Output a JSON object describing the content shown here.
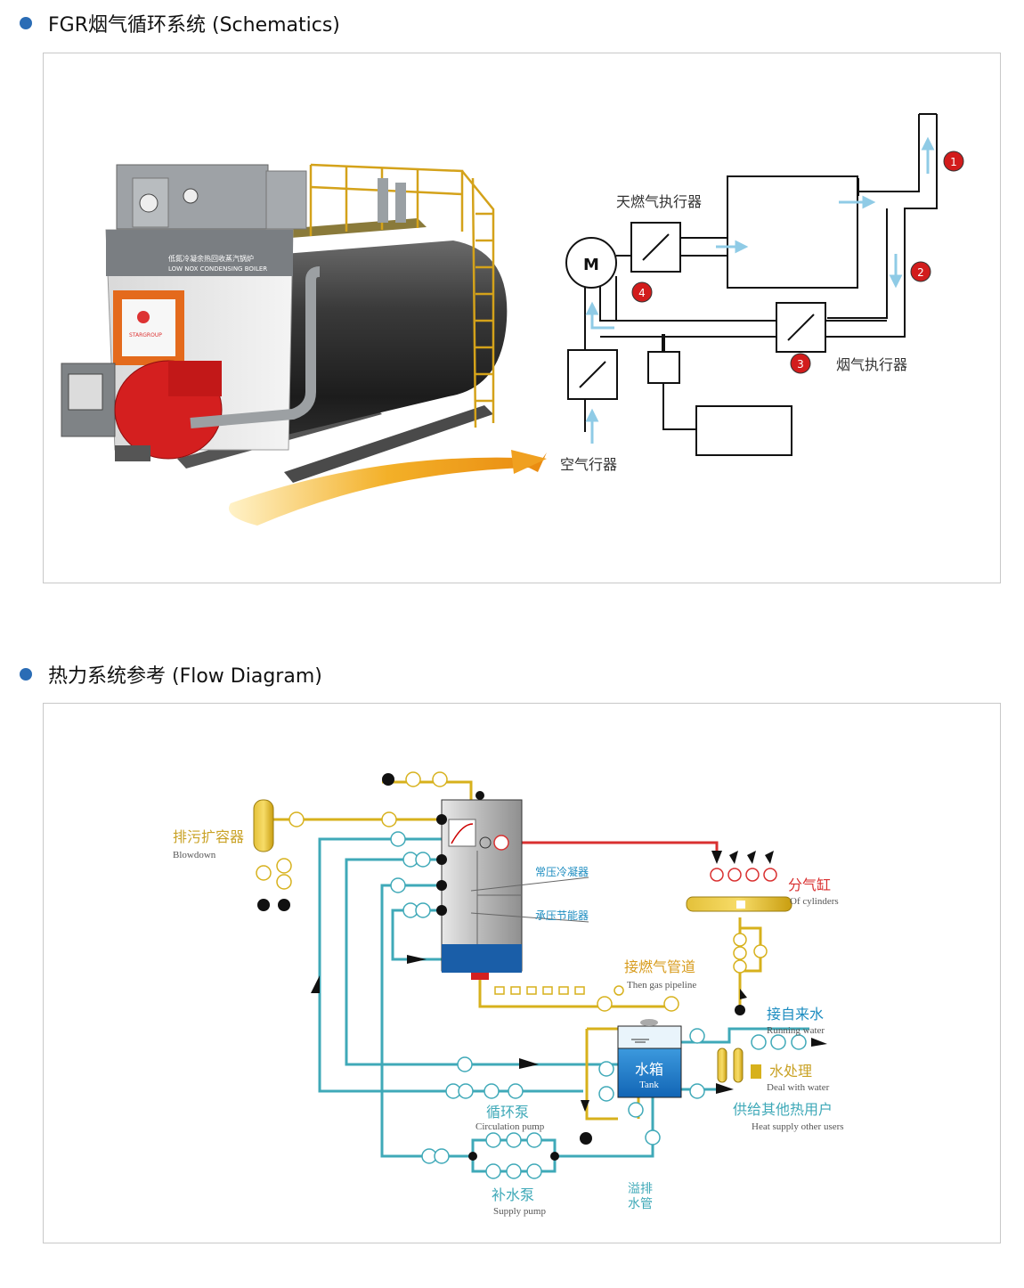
{
  "section1": {
    "title": "FGR烟气循环系统 (Schematics)"
  },
  "boiler": {
    "nameplate_cn": "低氮冷凝余热回收蒸汽锅炉",
    "nameplate_en": "LOW NOX CONDENSING BOILER",
    "brand": "STARGROUP"
  },
  "schematic": {
    "motor_label": "M",
    "gas_actuator": "天燃气执行器",
    "flue_actuator": "烟气执行器",
    "air_actuator": "空气行器",
    "markers": [
      "1",
      "2",
      "3",
      "4"
    ]
  },
  "section2": {
    "title": "热力系统参考 (Flow Diagram)"
  },
  "flow": {
    "blowdown_cn": "排污扩容器",
    "blowdown_en": "Blowdown",
    "condenser_atm": "常压冷凝器",
    "condenser_pres": "承压节能器",
    "cylinders_cn": "分气缸",
    "cylinders_en": "Of cylinders",
    "gas_cn": "接燃气管道",
    "gas_en": "Then gas pipeline",
    "running_cn": "接自来水",
    "running_en": "Running water",
    "tank_cn": "水箱",
    "tank_en": "Tank",
    "treat_cn": "水处理",
    "treat_en": "Deal with water",
    "heat_cn": "供给其他热用户",
    "heat_en": "Heat supply other users",
    "circ_cn": "循环泵",
    "circ_en": "Circulation pump",
    "supply_cn": "补水泵",
    "supply_en": "Supply pump",
    "overflow_l1": "溢排",
    "overflow_l2": "水管"
  },
  "colors": {
    "bullet": "#2a6cb5",
    "teal": "#3fa9b8",
    "gold": "#d7b11c",
    "red": "#d93030",
    "tank_blue": "#1e88d6",
    "arrow_blue": "#8fcbe6"
  }
}
